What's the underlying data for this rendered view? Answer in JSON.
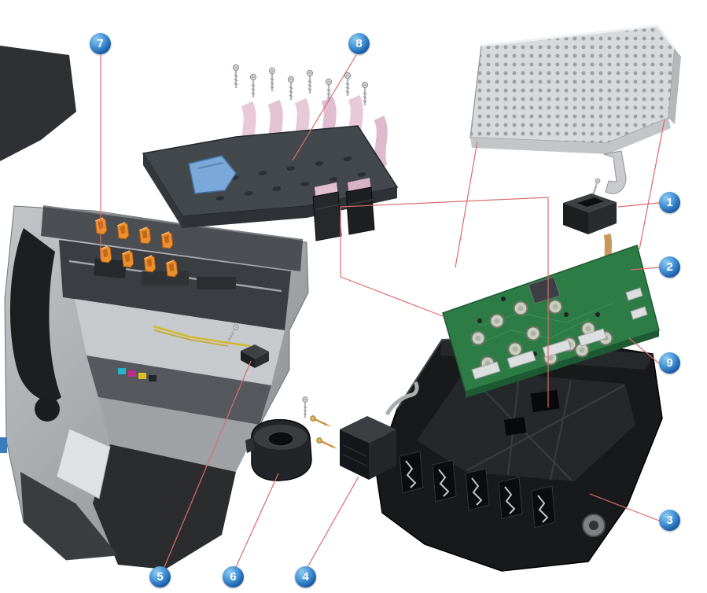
{
  "diagram": {
    "callouts": [
      "1",
      "2",
      "3",
      "4",
      "5",
      "6",
      "7",
      "8",
      "9"
    ],
    "colors": {
      "callout_blue": "#1565c0",
      "leader_red": "#dc6b6b",
      "clip_orange": "#ec8f2f",
      "pcb_green": "#2e7c45",
      "cover_gray": "#43484d",
      "shield_gray": "#d7dadc",
      "housing_black": "#17191b",
      "background": "#ffffff"
    }
  }
}
